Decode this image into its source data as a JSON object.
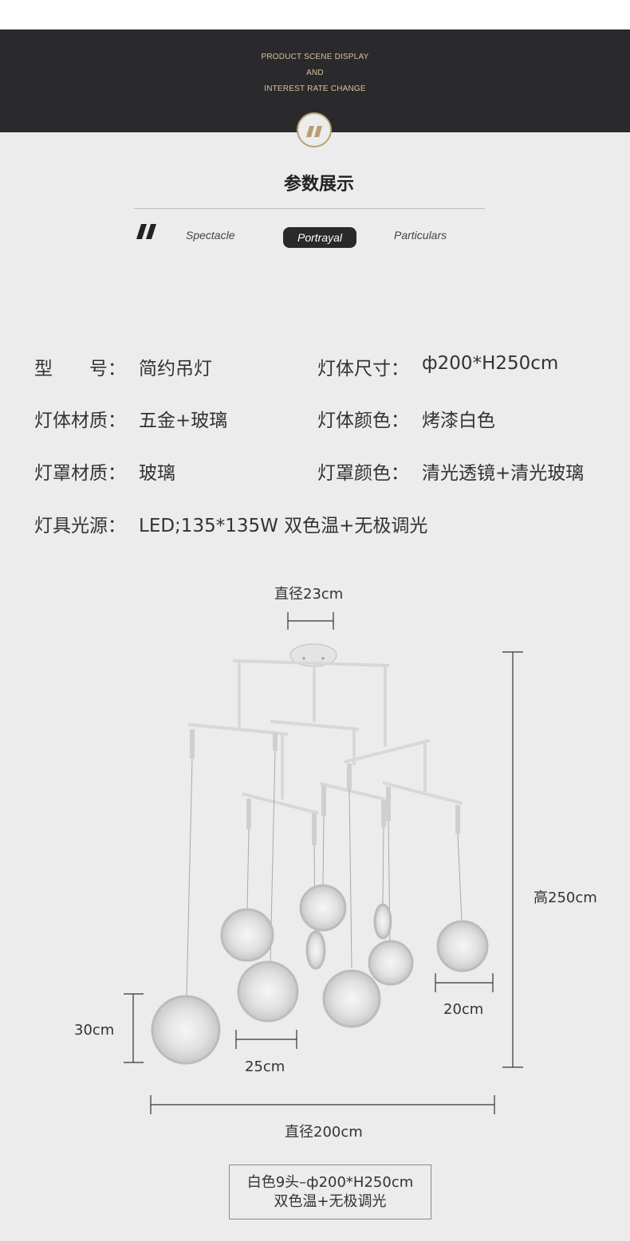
{
  "header": {
    "line1": "PRODUCT SCENE DISPLAY",
    "line2": "AND",
    "line3": "INTEREST RATE CHANGE",
    "accent_color": "#d8c29a",
    "background_color": "#2a2a2c"
  },
  "section": {
    "title": "参数展示"
  },
  "tabs": {
    "spectacle": "Spectacle",
    "portrayal": "Portrayal",
    "particulars": "Particulars",
    "active": "Portrayal"
  },
  "specs": {
    "model_label": "型　　号：",
    "model_value": "简约吊灯",
    "size_label": "灯体尺寸：",
    "size_value": "ф200*H250cm",
    "body_material_label": "灯体材质：",
    "body_material_value": "五金+玻璃",
    "body_color_label": "灯体颜色：",
    "body_color_value": "烤漆白色",
    "shade_material_label": "灯罩材质：",
    "shade_material_value": "玻璃",
    "shade_color_label": "灯罩颜色：",
    "shade_color_value": "清光透镜+清光玻璃",
    "light_source_label": "灯具光源：",
    "light_source_value": "LED;135*135W 双色温+无极调光"
  },
  "dimensions": {
    "canopy_diameter": "直径23cm",
    "total_height": "高250cm",
    "small_globe": "20cm",
    "large_globe_height": "30cm",
    "medium_globe": "25cm",
    "total_diameter": "直径200cm"
  },
  "caption": {
    "line1": "白色9头–ф200*H250cm",
    "line2": "双色温+无极调光"
  }
}
